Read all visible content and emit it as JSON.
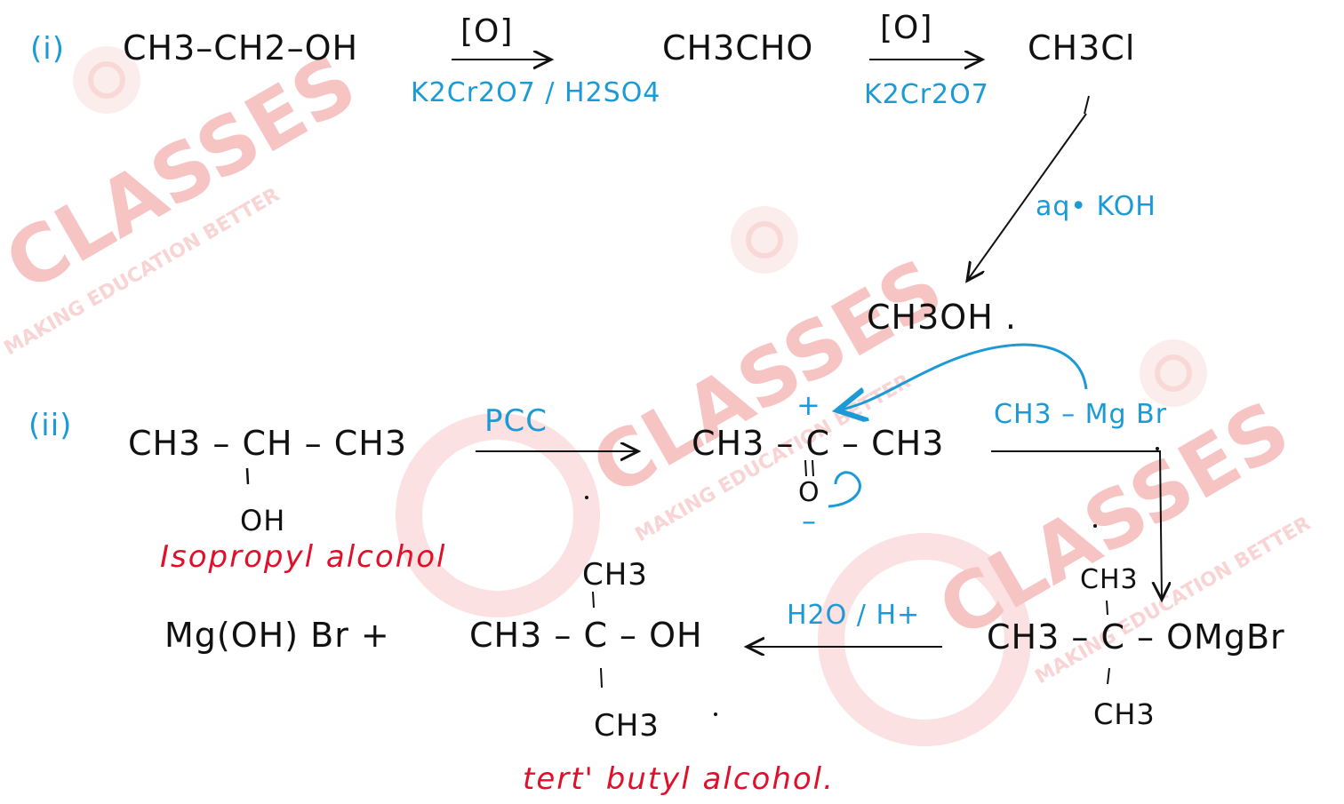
{
  "watermark": {
    "brand": "CLASSES",
    "tagline": "MAKING EDUCATION BETTER",
    "color": "#f7c4c4"
  },
  "colors": {
    "ink": "#111111",
    "reagent": "#1b9ad6",
    "name": "#e0102b"
  },
  "part1": {
    "label": "(i)",
    "reactant": "CH3–CH2–OH",
    "reagent1_top": "[O]",
    "reagent1_bottom": "K2Cr2O7 / H2SO4",
    "intermediate": "CH3CHO",
    "reagent2_top": "[O]",
    "reagent2_bottom": "K2Cr2O7",
    "product": "CH3Cl",
    "reagent3": "aq• KOH",
    "final": "CH3OH ."
  },
  "part2": {
    "label": "(ii)",
    "reactant_main": "CH3 – CH – CH3",
    "reactant_sub": "OH",
    "reactant_name": "Isopropyl alcohol",
    "reagent1": "PCC",
    "ketone_main": "CH3 – C – CH3",
    "ketone_sub": "O",
    "charge_plus": "+",
    "charge_minus": "–",
    "grignard": "CH3 – Mg Br",
    "adduct_top": "CH3",
    "adduct_main": "CH3 – C – OMgBr",
    "adduct_bottom": "CH3",
    "hydrolysis": "H2O / H+",
    "byproduct": "Mg(OH) Br +",
    "alcohol_top": "CH3",
    "alcohol_main": "CH3 – C – OH",
    "alcohol_bottom": "CH3",
    "alcohol_name": "tert' butyl alcohol."
  }
}
